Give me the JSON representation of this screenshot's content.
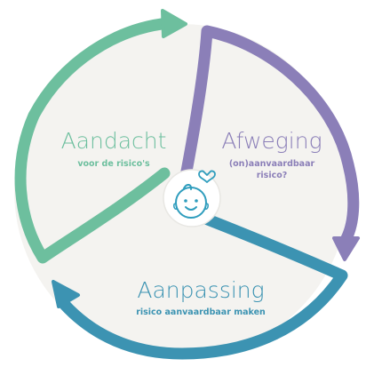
{
  "segments": {
    "aandacht": {
      "title": "Aandacht",
      "subtitle": "voor de risico's"
    },
    "afweging": {
      "title": "Afweging",
      "subtitle_line1": "(on)aanvaardbaar",
      "subtitle_line2": "risico?"
    },
    "aanpassing": {
      "title": "Aanpassing",
      "subtitle": "risico aanvaardbaar maken"
    }
  },
  "center": {
    "icon": "baby-face-heart-icon"
  },
  "colors": {
    "green": "#6dbf9e",
    "purple": "#8b7fb8",
    "blue": "#3c93b2",
    "background": "#f4f3f0",
    "icon": "#2f9dbd"
  }
}
